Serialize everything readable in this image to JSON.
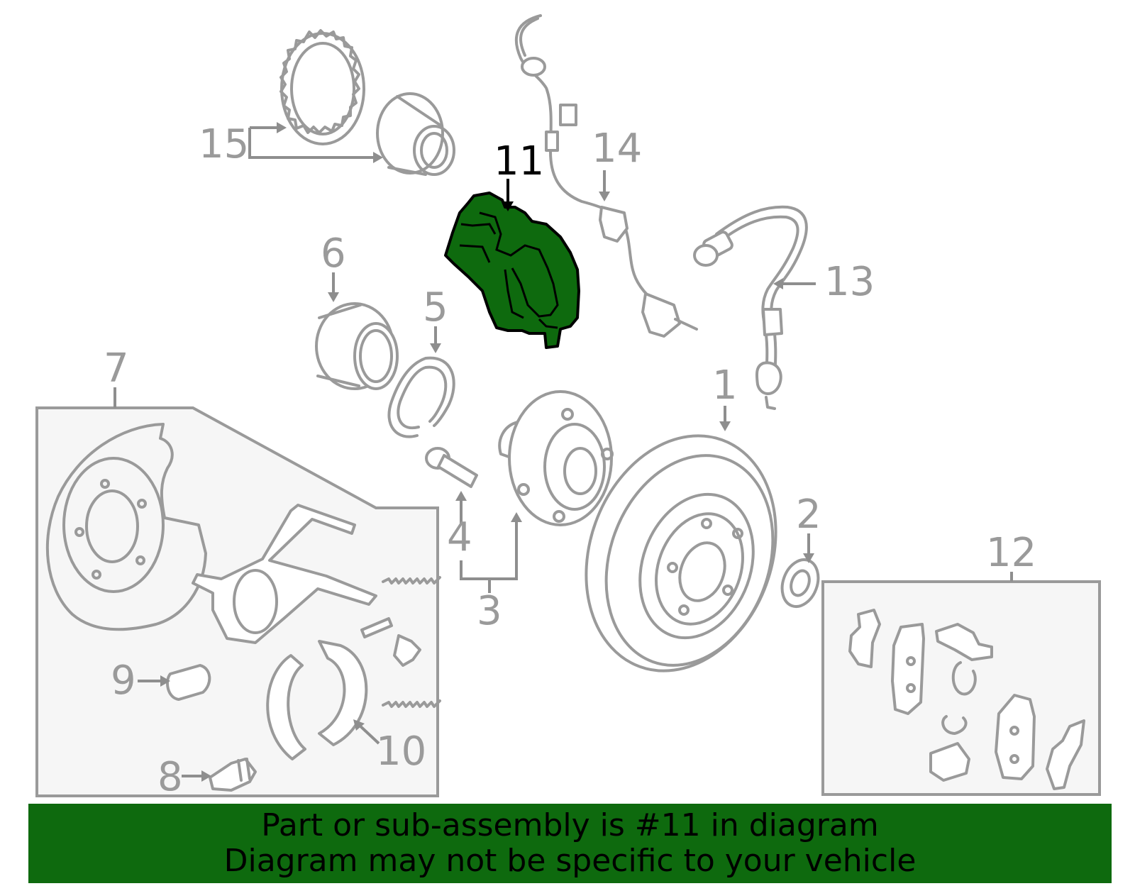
{
  "callouts": {
    "c1": "1",
    "c2": "2",
    "c3": "3",
    "c4": "4",
    "c5": "5",
    "c6": "6",
    "c7": "7",
    "c8": "8",
    "c9": "9",
    "c10": "10",
    "c11": "11",
    "c12": "12",
    "c13": "13",
    "c14": "14",
    "c15": "15"
  },
  "highlight": {
    "part_number": "11",
    "color": "#0e6a0e"
  },
  "colors": {
    "line": "#9a9a9a",
    "banner": "#0e6a0e",
    "highlight_outline": "#000000"
  },
  "banner": {
    "line1": "Part or sub-assembly is #11 in diagram",
    "line2": "Diagram may not be specific to your vehicle"
  }
}
